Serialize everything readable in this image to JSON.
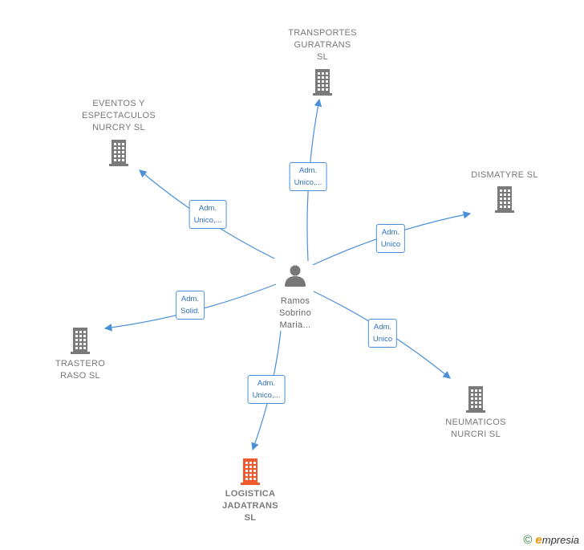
{
  "center": {
    "name": "Ramos\nSobrino\nMaria..."
  },
  "nodes": [
    {
      "id": "transportes",
      "name": "TRANSPORTES\nGURATRANS\nSL",
      "highlight": false
    },
    {
      "id": "eventos",
      "name": "EVENTOS Y\nESPECTACULOS\nNURCRY SL",
      "highlight": false
    },
    {
      "id": "dismatyre",
      "name": "DISMATYRE SL",
      "highlight": false
    },
    {
      "id": "trastero",
      "name": "TRASTERO\nRASO SL",
      "highlight": false
    },
    {
      "id": "neumaticos",
      "name": "NEUMATICOS\nNURCRI SL",
      "highlight": false
    },
    {
      "id": "logistica",
      "name": "LOGISTICA\nJADATRANS\nSL",
      "highlight": true
    }
  ],
  "edges": [
    {
      "target": "transportes",
      "label": "Adm.\nUnico,..."
    },
    {
      "target": "eventos",
      "label": "Adm.\nUnico,..."
    },
    {
      "target": "dismatyre",
      "label": "Adm.\nUnico"
    },
    {
      "target": "trastero",
      "label": "Adm.\nSolid."
    },
    {
      "target": "neumaticos",
      "label": "Adm.\nUnico"
    },
    {
      "target": "logistica",
      "label": "Adm.\nUnico,..."
    }
  ],
  "colors": {
    "edge": "#4a8fd8",
    "building": "#7a7a7a",
    "building_highlight": "#f0592b",
    "person": "#777777"
  },
  "footer": {
    "copyright": "©",
    "brand_initial": "e",
    "brand_rest": "mpresia"
  }
}
